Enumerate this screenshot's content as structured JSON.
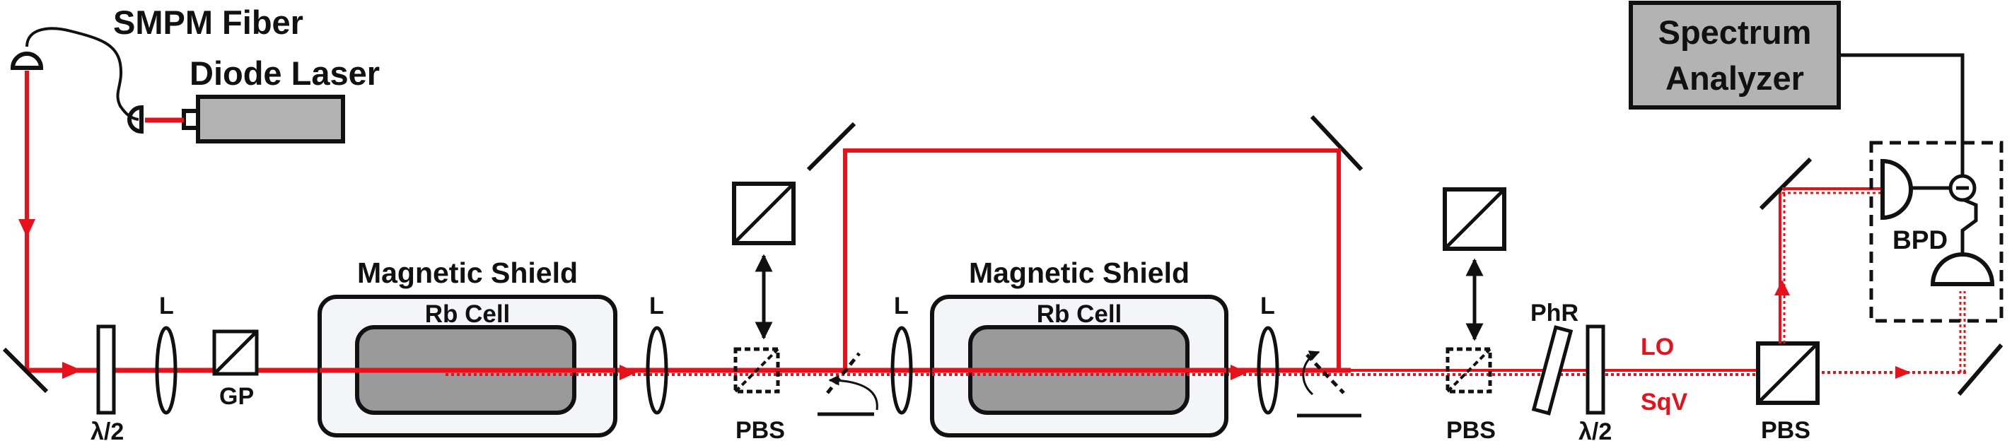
{
  "labels": {
    "fiber": "SMPM Fiber",
    "laser": "Diode Laser",
    "analyzer_line1": "Spectrum",
    "analyzer_line2": "Analyzer",
    "shield1": "Magnetic Shield",
    "cell1": "Rb Cell",
    "shield2": "Magnetic Shield",
    "cell2": "Rb Cell",
    "lens1": "L",
    "lens2": "L",
    "lens3": "L",
    "lens4": "L",
    "halfwave1": "λ/2",
    "gp": "GP",
    "pbs1": "PBS",
    "pbs2": "PBS",
    "phr": "PhR",
    "halfwave2": "λ/2",
    "lo": "LO",
    "sqv": "SqV",
    "pbs3": "PBS",
    "bpd": "BPD",
    "minus": "−"
  },
  "colors": {
    "beam": "#e8101a",
    "dark": "#111111",
    "cell_fill": "#9a9a9a",
    "laser_fill": "#b3b3b3",
    "shield_fill": "#f4f5f8"
  }
}
